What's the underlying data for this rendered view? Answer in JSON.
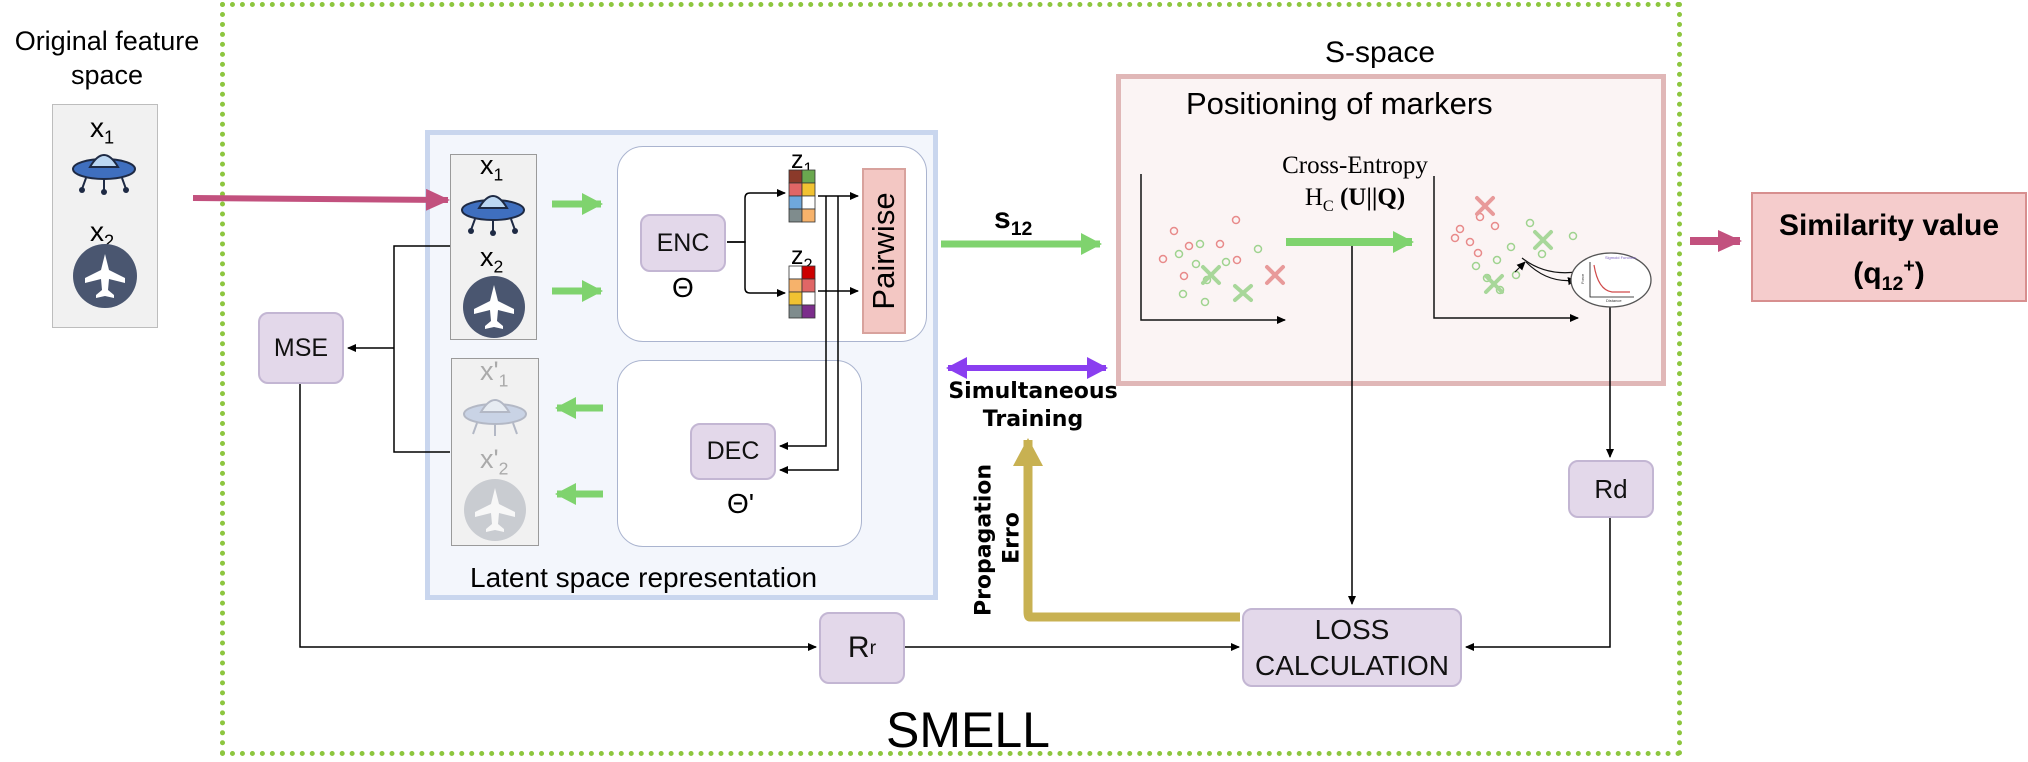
{
  "labels": {
    "original_feature_space": "Original feature space",
    "x1": "x",
    "x1_sub": "1",
    "x2": "x",
    "x2_sub": "2",
    "xp1": "x'",
    "xp1_sub": "1",
    "xp2": "x'",
    "xp2_sub": "2",
    "z1": "z",
    "z1_sub": "1",
    "z2": "z",
    "z2_sub": "2",
    "enc": "ENC",
    "theta": "Θ",
    "dec": "DEC",
    "theta_prime": "Θ'",
    "pairwise": "Pairwise",
    "mse": "MSE",
    "latent_space": "Latent space representation",
    "s12": "s",
    "s12_sub": "12",
    "s_space": "S-space",
    "positioning": "Positioning of markers",
    "cross_entropy_1": "Cross-Entropy",
    "cross_entropy_hc": "H",
    "cross_entropy_c": "C",
    "cross_entropy_uq": " (U||Q)",
    "simultaneous_1": "Simultaneous",
    "simultaneous_2": "Training",
    "propagation": "Propagation",
    "erro": "Erro",
    "rd": "Rd",
    "rr": "R",
    "rr_sub": "r",
    "loss_1": "LOSS",
    "loss_2": "CALCULATION",
    "similarity_1": "Similarity value",
    "similarity_2a": "(q",
    "similarity_2sub": "12",
    "similarity_2sup": "+",
    "similarity_2b": ")",
    "smell": "SMELL",
    "mini_plot_tiny_label": "Sigmoid Function",
    "mini_plot_axis_x": "Distance",
    "mini_plot_axis_y": "Force"
  },
  "icons": {
    "ufo": "ufo-icon",
    "airplane": "airplane-icon"
  },
  "colors": {
    "outer_dashed": "#8dc63f",
    "latent_border": "#c9d6ee",
    "latent_fill": "#f3f6fc",
    "sspace_border": "#e0b7b7",
    "sspace_fill": "#fbf4f4",
    "similarity_fill": "#f5cccc",
    "similarity_border": "#d78f8f",
    "pink_arrow": "#c2517e",
    "green_arrow": "#7fd36e",
    "purple_arrow": "#8a3ef0",
    "gold_arrow": "#c8b152",
    "node_fill": "#e3d8ea",
    "pairwise_fill": "#f3c7c3"
  }
}
